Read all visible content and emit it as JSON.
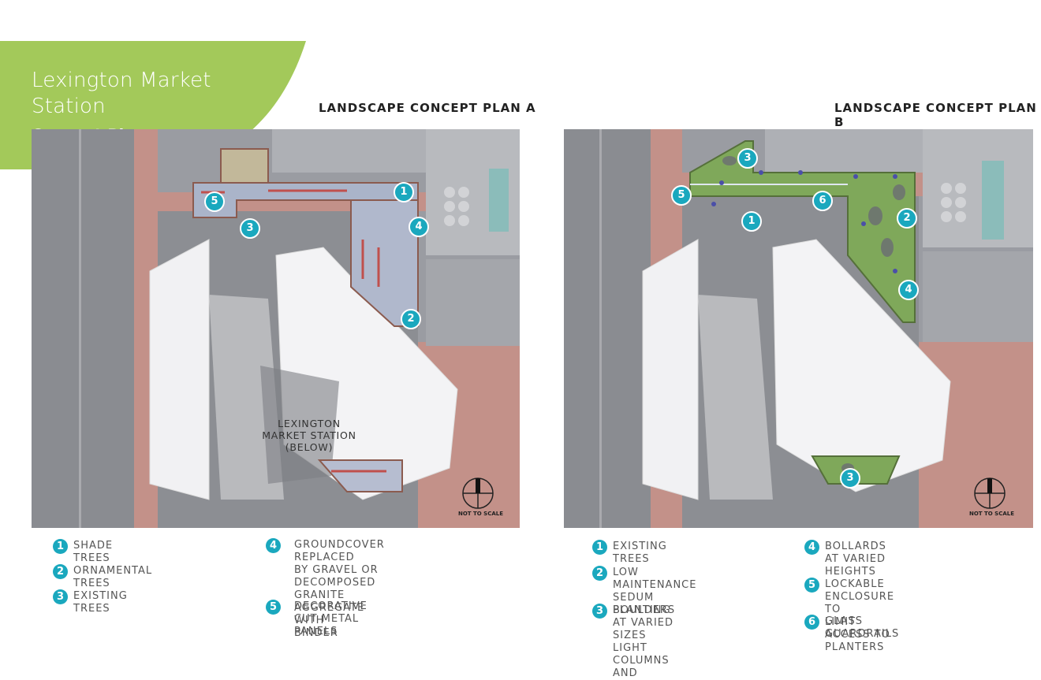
{
  "header": {
    "title_line1": "Lexington Market",
    "title_line2": "Station",
    "subtitle": "Concept Plans",
    "accent_color": "#a3c95a"
  },
  "plan_a": {
    "title": "LANDSCAPE CONCEPT PLAN A",
    "station_label": "LEXINGTON\nMARKET STATION\n(BELOW)",
    "scale_note": "NOT TO SCALE",
    "markers": [
      "1",
      "2",
      "3",
      "4",
      "5"
    ],
    "legend": [
      {
        "num": "1",
        "text": "SHADE TREES"
      },
      {
        "num": "2",
        "text": "ORNAMENTAL TREES"
      },
      {
        "num": "3",
        "text": "EXISTING TREES"
      },
      {
        "num": "4",
        "text": "GROUNDCOVER REPLACED\nBY GRAVEL OR DECOMPOSED\nGRANITE AGGREGATE WITH\nBINDER"
      },
      {
        "num": "5",
        "text": "DECORATIVE CUT METAL PANELS"
      }
    ]
  },
  "plan_b": {
    "title": "LANDSCAPE CONCEPT PLAN B",
    "scale_note": "NOT TO SCALE",
    "markers": [
      "1",
      "2",
      "3",
      "4",
      "5",
      "6",
      "3"
    ],
    "legend": [
      {
        "num": "1",
        "text": "EXISTING TREES"
      },
      {
        "num": "2",
        "text": "LOW MAINTENANCE SEDUM\nPLANTING"
      },
      {
        "num": "3",
        "text": "BOULDERS AT VARIED SIZES\nLIGHT COLUMNS AND"
      },
      {
        "num": "4",
        "text": "BOLLARDS AT VARIED HEIGHTS"
      },
      {
        "num": "5",
        "text": "LOCKABLE ENCLOSURE TO\nLIMIT ACCESS TO PLANTERS"
      },
      {
        "num": "6",
        "text": "GLASS GUARDRAILS"
      }
    ]
  },
  "colors": {
    "marker": "#1aa8be",
    "asphalt": "#8d8f95",
    "brick": "#c4928a",
    "canopy": "#f3f3f4",
    "planting": "#7fa85a"
  }
}
